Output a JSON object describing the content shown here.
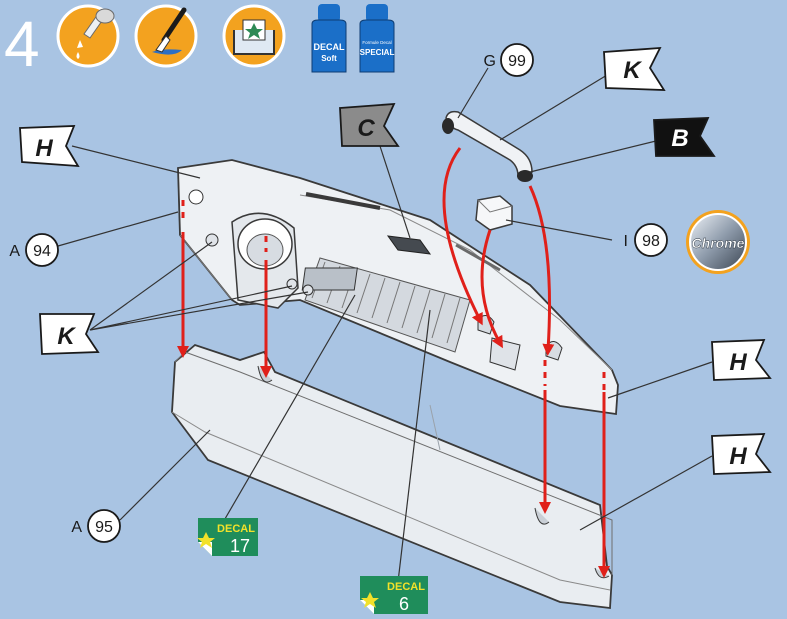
{
  "step": {
    "number": "4"
  },
  "tool_icons": [
    {
      "icon": "glue-icon"
    },
    {
      "icon": "paint-brush-icon"
    },
    {
      "icon": "decal-water-tray-icon"
    },
    {
      "icon": "decal-soft-bottle-icon",
      "line1": "DECAL",
      "line2": "Soft"
    },
    {
      "icon": "decal-special-bottle-icon",
      "line1": "Formule Decal",
      "line2": "SPECIAL"
    }
  ],
  "paint_flags": {
    "H_top_left": "H",
    "C": "C",
    "K_top": "K",
    "B": "B",
    "K_left": "K",
    "H_right_mid": "H",
    "H_right_low": "H"
  },
  "parts": {
    "G": {
      "letter": "G",
      "number": "99"
    },
    "I": {
      "letter": "I",
      "number": "98"
    },
    "A94": {
      "letter": "A",
      "number": "94"
    },
    "A95": {
      "letter": "A",
      "number": "95"
    }
  },
  "chrome_badge": "Chrome",
  "decals": [
    {
      "label": "DECAL",
      "number": "17"
    },
    {
      "label": "DECAL",
      "number": "6"
    }
  ],
  "colors": {
    "background": "#a9c4e3",
    "arrow": "#e0201a",
    "decal_badge": "#1f8d5b",
    "tool_orange": "#f3a21f",
    "bottle_blue": "#1b6fc8"
  }
}
